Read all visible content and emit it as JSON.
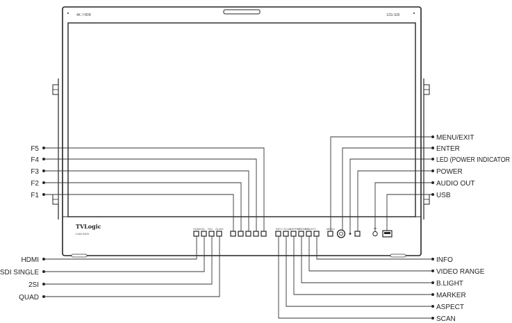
{
  "monitor": {
    "top_left_text": "4K / HDR",
    "top_right_text": "12G-SDI",
    "brand": "TVLogic",
    "model": "LUM-310X"
  },
  "button_labels": {
    "input_group": [
      "HDMI",
      "SDI",
      "SDI",
      "QUAD"
    ],
    "function_group": [
      "INFO",
      "SCAN",
      "ASPECT",
      "MARKER",
      "B.LIGHT",
      "VIDEO RANGE"
    ],
    "menu_text": "MENU"
  },
  "callouts": {
    "left": {
      "f5": "F5",
      "f4": "F4",
      "f3": "F3",
      "f2": "F2",
      "f1": "F1",
      "hdmi": "HDMI",
      "sdi_single": "SDI SINGLE",
      "two_si": "2SI",
      "quad": "QUAD"
    },
    "right": {
      "menu_exit": "MENU/EXIT",
      "enter": "ENTER",
      "led_power": "LED (POWER INDICATOR",
      "power": "POWER",
      "audio_out": "AUDIO OUT",
      "usb": "USB",
      "info": "INFO",
      "video_range": "VIDEO RANGE",
      "b_light": "B.LIGHT",
      "marker": "MARKER",
      "aspect": "ASPECT",
      "scan": "SCAN"
    }
  }
}
